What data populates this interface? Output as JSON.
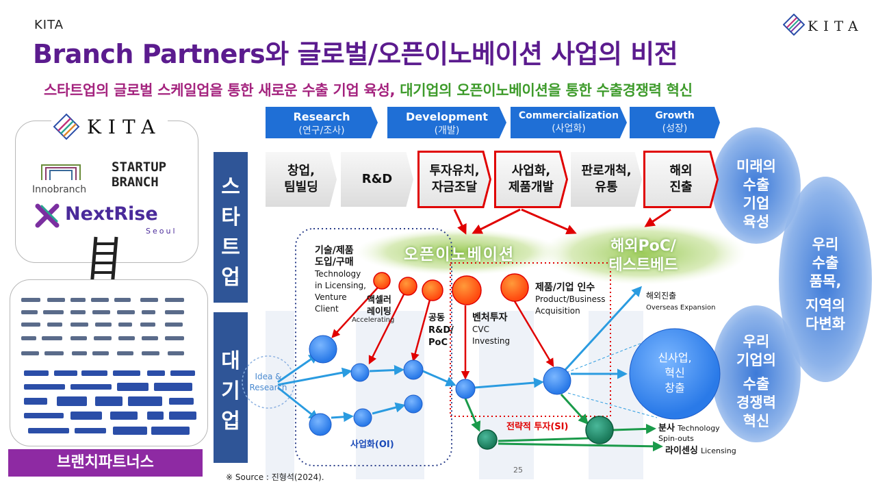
{
  "header": {
    "kita_small": "KITA",
    "title": "Branch Partners와 글로벌/오픈이노베이션 사업의 비전",
    "subtitle_part1": "스타트업의 글로벌 스케일업을 통한 새로운 수출 기업 육성,",
    "subtitle_part2": "대기업의 오픈이노베이션을 통한 수출경쟁력 혁신",
    "logo_text": "KITA"
  },
  "left_panel": {
    "kita_logo_text": "KITA",
    "innobranch": "Innobranch",
    "startup_branch": "STARTUP BRANCH",
    "nextrise": "NextRise",
    "nextrise_sub": "Seoul",
    "brand_bar": "브랜치파트너스"
  },
  "side_labels": {
    "startup": "스타트업",
    "large_corp": "대기업"
  },
  "stages": [
    {
      "en": "Research",
      "ko": "(연구/조사)"
    },
    {
      "en": "Development",
      "ko": "(개발)"
    },
    {
      "en": "Commercialization",
      "ko": "(사업화)"
    },
    {
      "en": "Growth",
      "ko": "(성장)"
    }
  ],
  "steps": [
    {
      "line1": "창업,",
      "line2": "팀빌딩"
    },
    {
      "line1": "R&D",
      "line2": ""
    },
    {
      "line1": "투자유치,",
      "line2": "자금조달"
    },
    {
      "line1": "사업화,",
      "line2": "제품개발"
    },
    {
      "line1": "판로개척,",
      "line2": "유통"
    },
    {
      "line1": "해외",
      "line2": "진출"
    }
  ],
  "right_bubbles": {
    "future": [
      "미래의",
      "수출",
      "기업",
      "육성"
    ],
    "diversify": [
      "우리",
      "수출",
      "품목,",
      "지역의",
      "다변화"
    ],
    "competitiveness": [
      "우리",
      "기업의",
      "수출",
      "경쟁력",
      "혁신"
    ]
  },
  "diagram": {
    "open_innovation": "오픈이노베이션",
    "poc": "해외PoC/",
    "testbed": "테스트베드",
    "tech_ko": "기술/제품",
    "tech_ko2": "도입/구매",
    "tech_en": [
      "Technology",
      "in Licensing,",
      "Venture",
      "Client"
    ],
    "accel_ko": "액셀러",
    "accel_ko2": "레이팅",
    "accel_en": "Accelerating",
    "joint": [
      "공동",
      "R&D/",
      "PoC"
    ],
    "venture_ko": "벤처투자",
    "venture_en": [
      "CVC",
      "Investing"
    ],
    "acq_ko": "제품/기업 인수",
    "acq_en": [
      "Product/Business",
      "Acquisition"
    ],
    "overseas_ko": "해외진출",
    "overseas_en": "Overseas Expansion",
    "new_biz": [
      "신사업,",
      "혁신",
      "창출"
    ],
    "idea": [
      "Idea &",
      "Research"
    ],
    "oi_label": "사업화(OI)",
    "si_label": "전략적 투자(SI)",
    "spinout_ko": "분사",
    "spinout_en1": "Technology",
    "spinout_en2": "Spin-outs",
    "licensing_ko": "라이센싱",
    "licensing_en": "Licensing"
  },
  "footer": {
    "source": "※ Source : 진형석(2024).",
    "page": "25"
  }
}
